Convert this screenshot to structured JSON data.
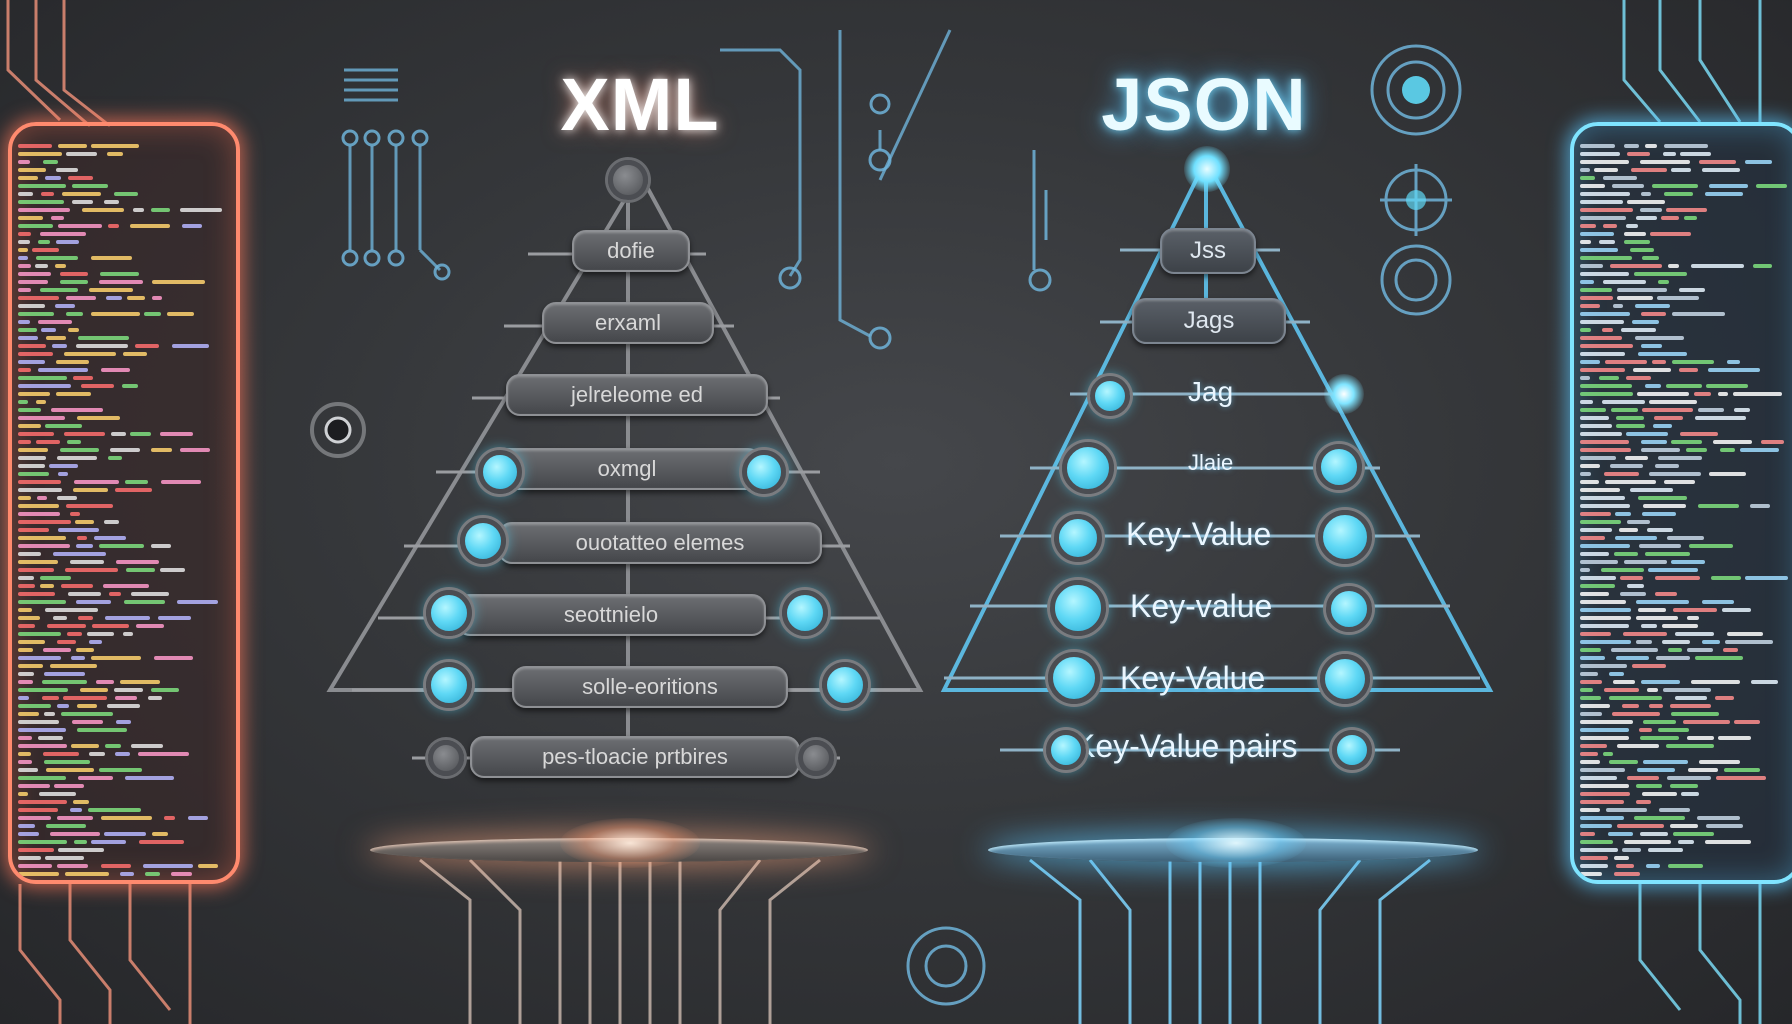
{
  "headings": {
    "xml": "XML",
    "json": "JSON"
  },
  "xml_tags": [
    "dofie",
    "erxaml",
    "jelreleome ed",
    "oxmgl",
    "ouotatteo elemes",
    "seottnielo",
    "solle-eoritions",
    "pes-tloacie prtbires"
  ],
  "json_tags": [
    "Jss",
    "Jags",
    "Jag",
    "Jlaie",
    "Key-Value",
    "Key-value",
    "Key-Value",
    "Key-Value pairs"
  ],
  "colors": {
    "xml_glow": "#ff8a6e",
    "json_glow": "#7fe4ff",
    "node_fill": "#5fd8f5"
  }
}
